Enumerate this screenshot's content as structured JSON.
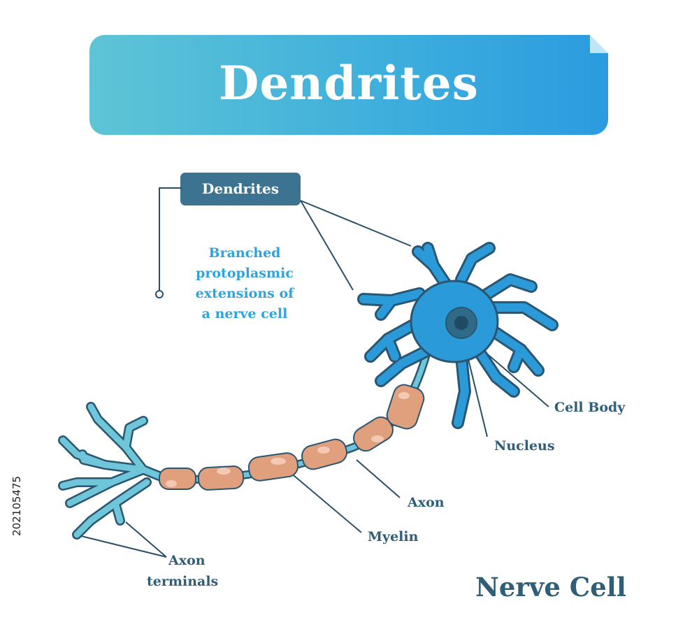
{
  "title": "Dendrites",
  "tag_label": "Dendrites",
  "description_lines": [
    "Branched",
    "protoplasmic",
    "extensions of",
    "a nerve cell"
  ],
  "labels": {
    "cell_body": "Cell Body",
    "nucleus": "Nucleus",
    "axon": "Axon",
    "myelin": "Myelin",
    "axon_terminals_line1": "Axon",
    "axon_terminals_line2": "terminals"
  },
  "footer": "Nerve Cell",
  "side_code": "202105475",
  "colors": {
    "banner_start": "#5ec4d6",
    "banner_end": "#2b9be0",
    "tag_bg": "#3b7391",
    "description": "#2fa4dc",
    "label_text": "#2f5f78",
    "cell_fill": "#2a9ad8",
    "nucleus_fill": "#2f6b88",
    "terminal_fill": "#6ec6d8",
    "myelin_fill": "#e0a07e",
    "outline": "#2b5671"
  }
}
